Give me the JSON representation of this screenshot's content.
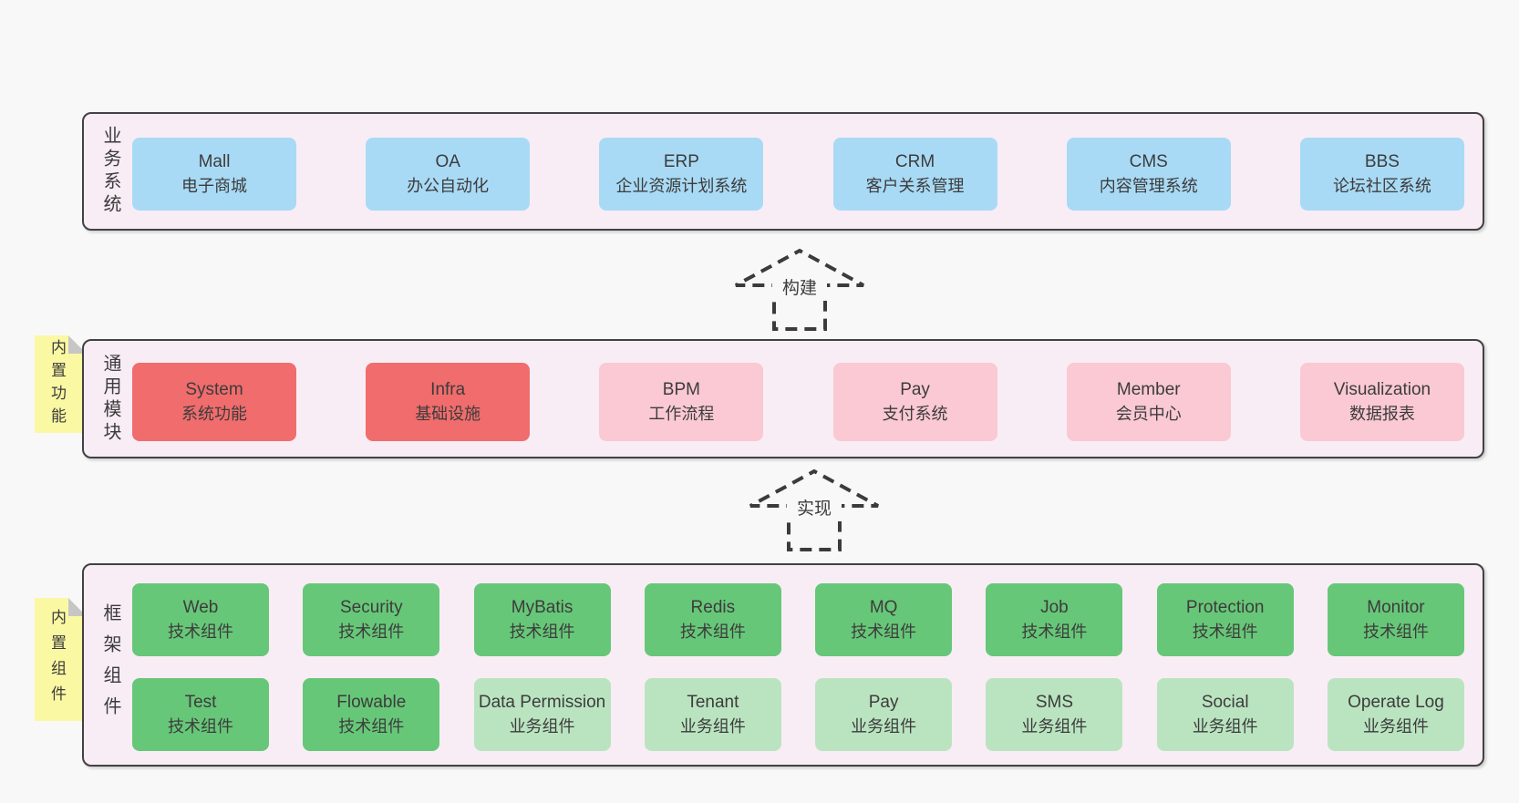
{
  "colors": {
    "page_bg": "#f8f8f8",
    "panel_bg": "#f8edf5",
    "panel_border": "#424242",
    "card_blue": "#a9daf5",
    "card_red": "#f16c6c",
    "card_pink": "#fac9d3",
    "card_green": "#67c778",
    "card_green_light": "#bae4c0",
    "note_yellow": "#fbf8a3",
    "note_fold_gray": "#c6c6c6",
    "text": "#3c3c3c",
    "arrow_stroke": "#3b3b3b"
  },
  "layers": {
    "business": {
      "side_label": "业务系统",
      "items": [
        {
          "en": "Mall",
          "zh": "电子商城"
        },
        {
          "en": "OA",
          "zh": "办公自动化"
        },
        {
          "en": "ERP",
          "zh": "企业资源计划系统"
        },
        {
          "en": "CRM",
          "zh": "客户关系管理"
        },
        {
          "en": "CMS",
          "zh": "内容管理系统"
        },
        {
          "en": "BBS",
          "zh": "论坛社区系统"
        }
      ]
    },
    "modules": {
      "side_label": "通用模块",
      "note": "内置功能",
      "items": [
        {
          "en": "System",
          "zh": "系统功能"
        },
        {
          "en": "Infra",
          "zh": "基础设施"
        },
        {
          "en": "BPM",
          "zh": "工作流程"
        },
        {
          "en": "Pay",
          "zh": "支付系统"
        },
        {
          "en": "Member",
          "zh": "会员中心"
        },
        {
          "en": "Visualization",
          "zh": "数据报表"
        }
      ]
    },
    "framework": {
      "side_label": "框架组件",
      "note": "内置组件",
      "row1": [
        {
          "en": "Web",
          "zh": "技术组件"
        },
        {
          "en": "Security",
          "zh": "技术组件"
        },
        {
          "en": "MyBatis",
          "zh": "技术组件"
        },
        {
          "en": "Redis",
          "zh": "技术组件"
        },
        {
          "en": "MQ",
          "zh": "技术组件"
        },
        {
          "en": "Job",
          "zh": "技术组件"
        },
        {
          "en": "Protection",
          "zh": "技术组件"
        },
        {
          "en": "Monitor",
          "zh": "技术组件"
        }
      ],
      "row2": [
        {
          "en": "Test",
          "zh": "技术组件"
        },
        {
          "en": "Flowable",
          "zh": "技术组件"
        },
        {
          "en": "Data Permission",
          "zh": "业务组件"
        },
        {
          "en": "Tenant",
          "zh": "业务组件"
        },
        {
          "en": "Pay",
          "zh": "业务组件"
        },
        {
          "en": "SMS",
          "zh": "业务组件"
        },
        {
          "en": "Social",
          "zh": "业务组件"
        },
        {
          "en": "Operate Log",
          "zh": "业务组件"
        }
      ]
    }
  },
  "arrows": {
    "build": "构建",
    "implement": "实现"
  }
}
